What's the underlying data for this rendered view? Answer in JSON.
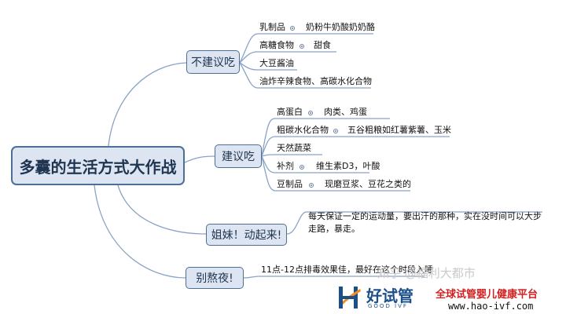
{
  "root": {
    "label": "多囊的生活方式大作战"
  },
  "branches": {
    "not_recommended": {
      "label": "不建议吃",
      "items": [
        {
          "label": "乳制品",
          "detail": "奶粉牛奶酸奶奶酪"
        },
        {
          "label": "高糖食物",
          "detail": "甜食"
        },
        {
          "label": "大豆酱油",
          "detail": ""
        },
        {
          "label": "油炸辛辣食物、高碳水化合物",
          "detail": ""
        }
      ]
    },
    "recommended": {
      "label": "建议吃",
      "items": [
        {
          "label": "高蛋白",
          "detail": "肉类、鸡蛋"
        },
        {
          "label": "粗碳水化合物",
          "detail": "五谷粗粮如红薯紫薯、玉米"
        },
        {
          "label": "天然蔬菜",
          "detail": ""
        },
        {
          "label": "补剂",
          "detail": "维生素D3，叶酸"
        },
        {
          "label": "豆制品",
          "detail": "现磨豆浆、豆花之类的"
        }
      ]
    },
    "exercise": {
      "label": "姐妹！动起来!",
      "note": "每天保证一定的运动量，要出汗的那种，实在没时间可以大步走路，暴走。"
    },
    "sleep": {
      "label": "别熬夜!",
      "note": "11点-12点排毒效果佳，最好在这个时段入睡"
    }
  },
  "watermark": {
    "text": "知乎 @福利大都市"
  },
  "logo": {
    "name_cn": "好试管",
    "name_en": "GOOD IVF",
    "slogan": "全球试管婴儿健康平台",
    "url": "www.hao-ivf.com"
  },
  "colors": {
    "node_fill": "#dce5f1",
    "node_border": "#4d6f96",
    "line": "#8aa3c4",
    "brand_blue": "#1b4f8a",
    "brand_red": "#d32020"
  }
}
